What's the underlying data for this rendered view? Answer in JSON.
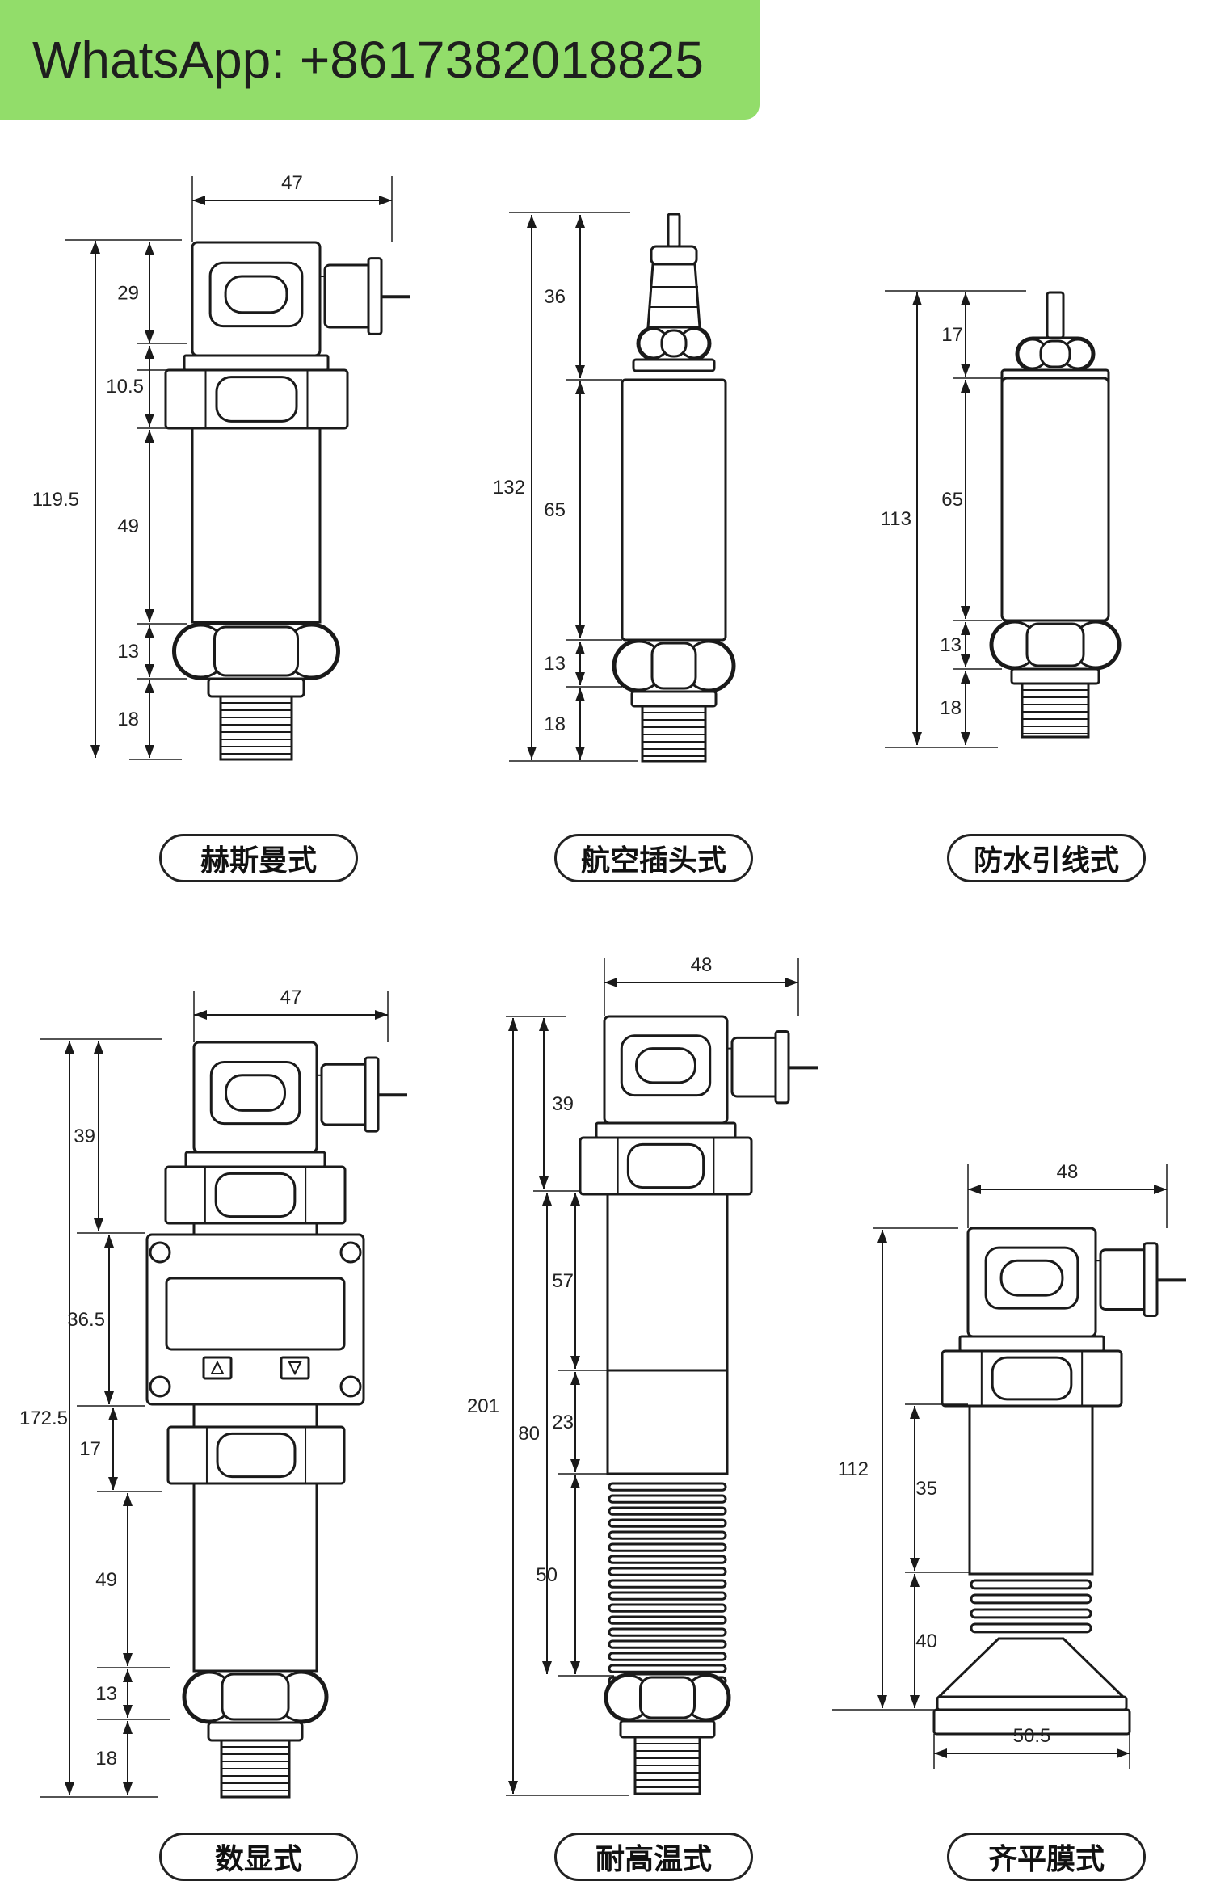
{
  "banner": {
    "text": "WhatsApp: +8617382018825",
    "color": "#92dd6a"
  },
  "line_color": "#1a1a1a",
  "labels": [
    "赫斯曼式",
    "航空插头式",
    "防水引线式",
    "数显式",
    "耐高温式",
    "齐平膜式"
  ],
  "diagrams": [
    {
      "name": "hirschmann",
      "dims": [
        "47",
        "29",
        "10.5",
        "49",
        "13",
        "18",
        "119.5"
      ]
    },
    {
      "name": "aviation-plug",
      "dims": [
        "36",
        "65",
        "13",
        "18",
        "132"
      ]
    },
    {
      "name": "waterproof-lead",
      "dims": [
        "17",
        "65",
        "13",
        "18",
        "113"
      ]
    },
    {
      "name": "digital-display",
      "dims": [
        "47",
        "39",
        "36.5",
        "17",
        "49",
        "13",
        "18",
        "172.5"
      ]
    },
    {
      "name": "high-temp",
      "dims": [
        "48",
        "39",
        "57",
        "23",
        "50",
        "80",
        "201"
      ]
    },
    {
      "name": "flush-diaphragm",
      "dims": [
        "48",
        "35",
        "40",
        "112",
        "50.5"
      ]
    }
  ]
}
